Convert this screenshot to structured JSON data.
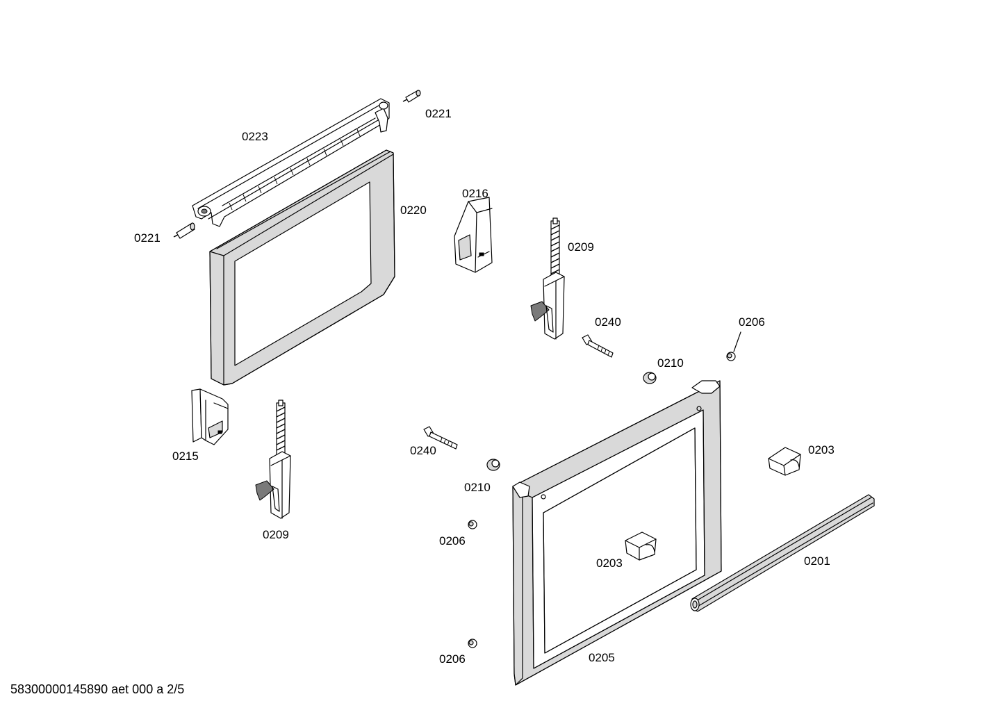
{
  "document_code": "58300000145890 aet 000 a 2/5",
  "labels": {
    "l0221_top": "0221",
    "l0223": "0223",
    "l0220": "0220",
    "l0221_left": "0221",
    "l0216": "0216",
    "l0209_right": "0209",
    "l0240_upper": "0240",
    "l0206_upper": "0206",
    "l0210_upper": "0210",
    "l0215": "0215",
    "l0209_left": "0209",
    "l0240_lower": "0240",
    "l0210_lower": "0210",
    "l0203_right": "0203",
    "l0206_middle": "0206",
    "l0203_center": "0203",
    "l0201": "0201",
    "l0206_lower": "0206",
    "l0205": "0205"
  },
  "colors": {
    "line": "#000000",
    "panel_fill": "#d9d9d9",
    "dark_fill": "#7a7a7a",
    "background": "#ffffff"
  }
}
